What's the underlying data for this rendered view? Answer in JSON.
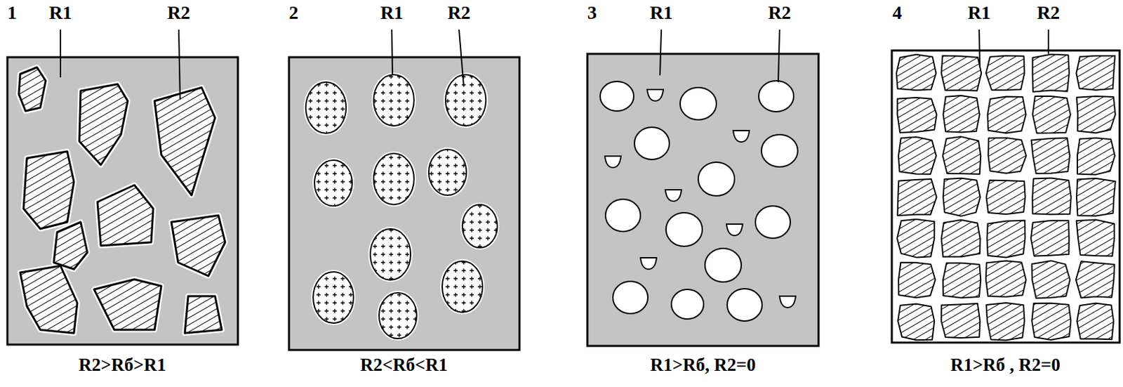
{
  "diagram": {
    "labels": [
      "1",
      "R1",
      "R2",
      "R2>Rб>R1",
      "2",
      "R1",
      "R2",
      "R2<Rб<R1",
      "3",
      "R1",
      "R2",
      "R1>Rб, R2=0",
      "4",
      "R1",
      "R2",
      "R1>Rб , R2=0"
    ]
  }
}
